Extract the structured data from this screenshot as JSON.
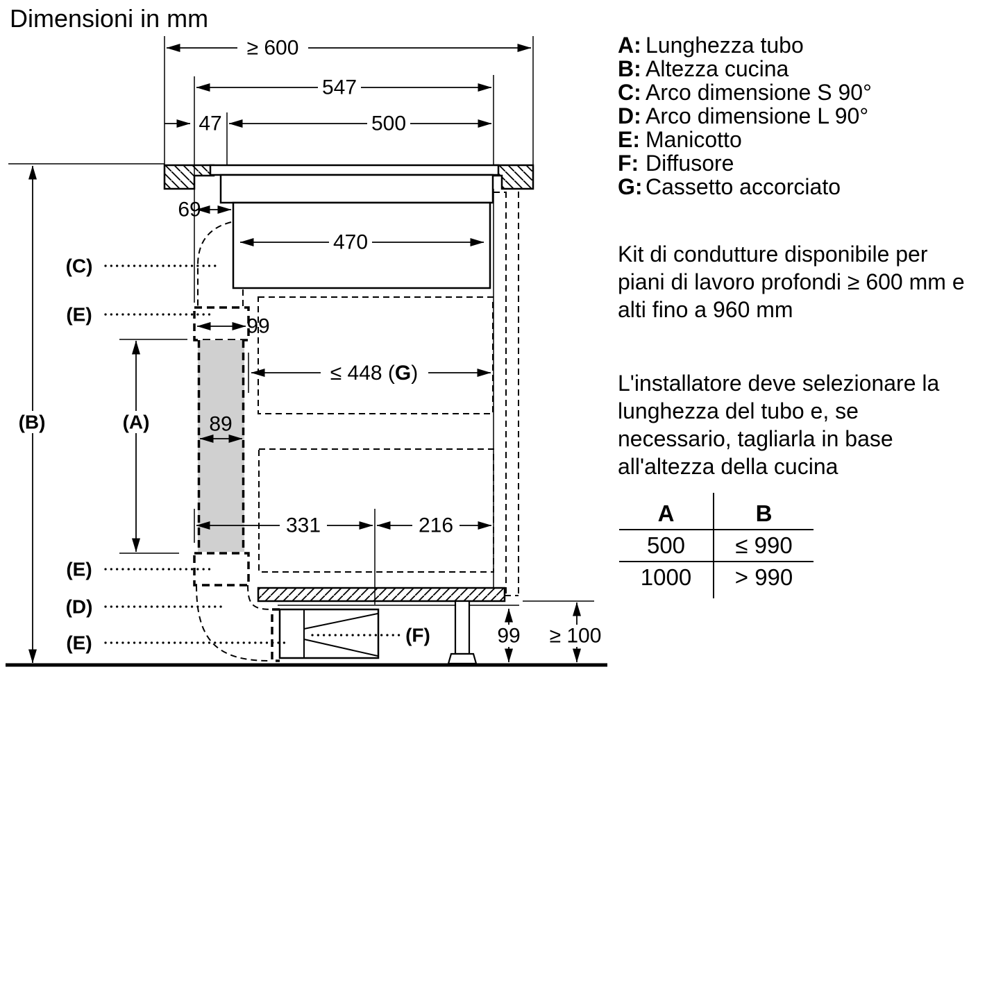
{
  "title": "Dimensioni in mm",
  "legend": {
    "items": [
      {
        "key": "A:",
        "label": "Lunghezza tubo"
      },
      {
        "key": "B:",
        "label": "Altezza cucina"
      },
      {
        "key": "C:",
        "label": "Arco dimensione S 90°"
      },
      {
        "key": "D:",
        "label": "Arco dimensione L 90°"
      },
      {
        "key": "E:",
        "label": "Manicotto"
      },
      {
        "key": "F:",
        "label": "Diffusore"
      },
      {
        "key": "G:",
        "label": "Cassetto accorciato"
      }
    ]
  },
  "notes": {
    "kit": "Kit di condutture disponibile per\npiani di lavoro profondi ≥ 600 mm e\nalti fino a 960 mm",
    "installer": "L'installatore deve selezionare la\nlunghezza del tubo e, se\nnecessario, tagliarla in base\nall'altezza della cucina"
  },
  "table": {
    "col_a": "A",
    "col_b": "B",
    "rows": [
      [
        "500",
        "≤ 990"
      ],
      [
        "1000",
        "> 990"
      ]
    ]
  },
  "diagram": {
    "dims": {
      "worktop_depth": "≥ 600",
      "hob_width": "547",
      "edge_gap": "47",
      "cutout_width": "500",
      "body_width": "470",
      "rear_offset": "69",
      "sleeve_width": "99",
      "duct_width": "89",
      "drawer_depth_pre": "≤ 448 (",
      "drawer_depth_key": "G",
      "drawer_depth_post": ")",
      "front_span": "331",
      "rear_span": "216",
      "plinth_height": "99",
      "floor_clearance": "≥ 100"
    },
    "labels": {
      "a": "(A)",
      "b": "(B)",
      "c": "(C)",
      "d": "(D)",
      "e1": "(E)",
      "e2": "(E)",
      "e3": "(E)",
      "f": "(F)"
    }
  }
}
